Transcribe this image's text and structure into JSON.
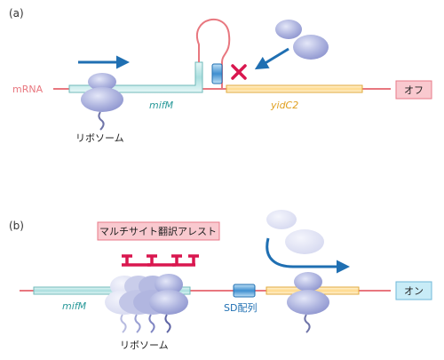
{
  "panel_a": {
    "panel_label": "(a)",
    "mrna_label": "mRNA",
    "gene1_label": "mifM",
    "gene2_label": "yidC2",
    "ribosome_label": "リボソーム",
    "state_label": "オフ"
  },
  "panel_b": {
    "panel_label": "(b)",
    "arrest_label": "マルチサイト翻訳アレスト",
    "gene1_label": "mifM",
    "sd_label": "SD配列",
    "ribosome_label": "リボソーム",
    "state_label": "オン"
  },
  "colors": {
    "mrna_line": "#e8777f",
    "mifM_box": "#bfe6e6",
    "yidC2_box": "#ffe2a6",
    "ribosome": "#aab0dd",
    "arrow_blue": "#1f6fb2",
    "block_red": "#d9174f",
    "off_fill": "#f9c9cf",
    "on_fill": "#c8ecf7"
  }
}
